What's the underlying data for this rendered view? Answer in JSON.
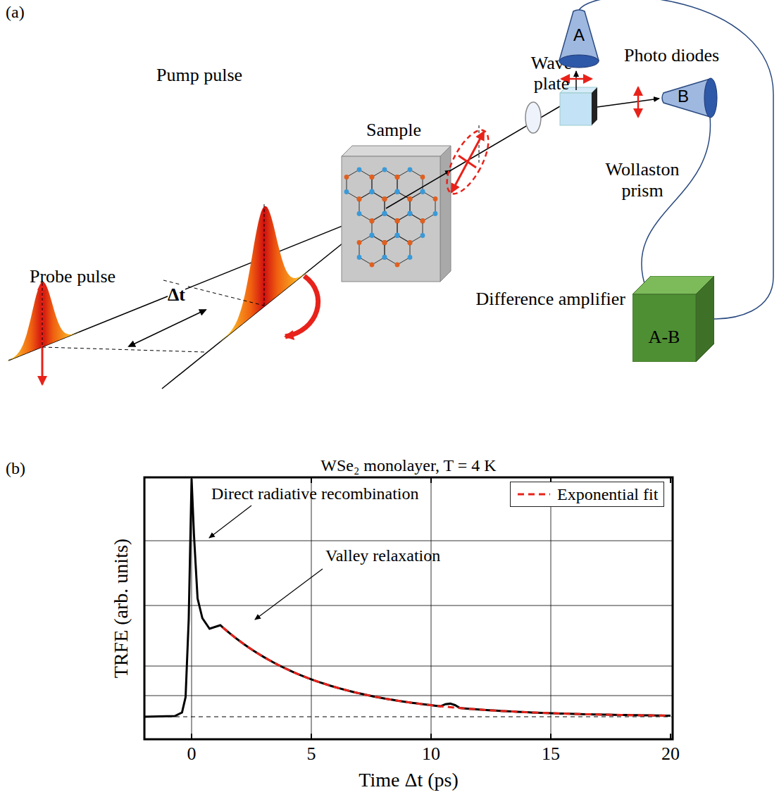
{
  "diagram": {
    "nodes": [
      {
        "text": [
          "A"
        ]
      },
      {
        "text": [
          "B"
        ]
      },
      {
        "text": [
          "Difference amplifier",
          "A-B"
        ]
      }
    ],
    "edges": [
      {
        "from": 0,
        "to": 2,
        "arrow": "none"
      },
      {
        "from": 1,
        "to": 2,
        "arrow": "none"
      }
    ],
    "labels": [
      "(a)",
      "Pump pulse",
      "Probe pulse",
      "Δt",
      "Sample",
      "Wave plate",
      "Wollaston prism",
      "Photo diodes",
      "(b)",
      "WSe₂ monolayer, T = 4 K",
      "Direct radiative recombination",
      "Valley relaxation",
      "TRFE (arb. units)",
      "Time Δt (ps)",
      "0",
      "5",
      "10",
      "15",
      "20"
    ],
    "legend": [
      {
        "text": "Exponential fit"
      }
    ]
  }
}
